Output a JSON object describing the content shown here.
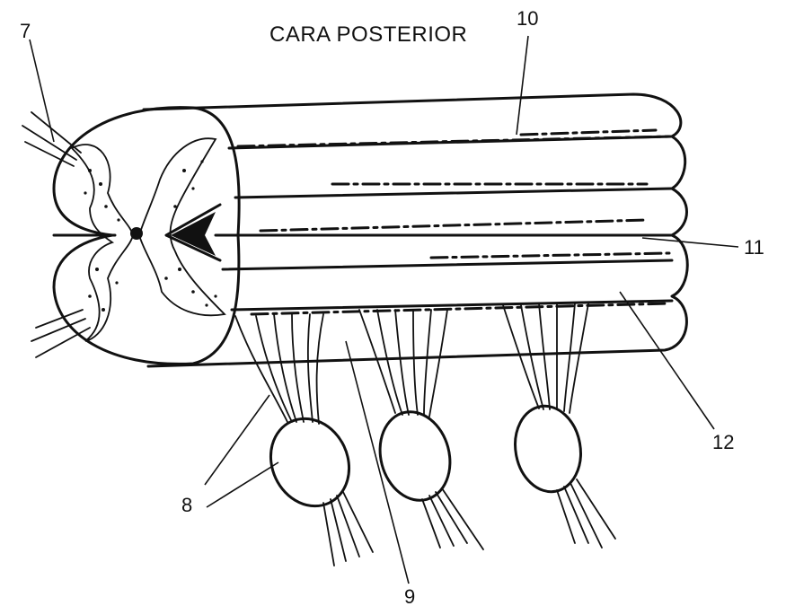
{
  "figure": {
    "title": "CARA POSTERIOR",
    "labels": {
      "l7": "7",
      "l8": "8",
      "l9": "9",
      "l10": "10",
      "l11": "11",
      "l12": "12"
    }
  },
  "colors": {
    "ink": "#111111",
    "paper": "#ffffff"
  }
}
